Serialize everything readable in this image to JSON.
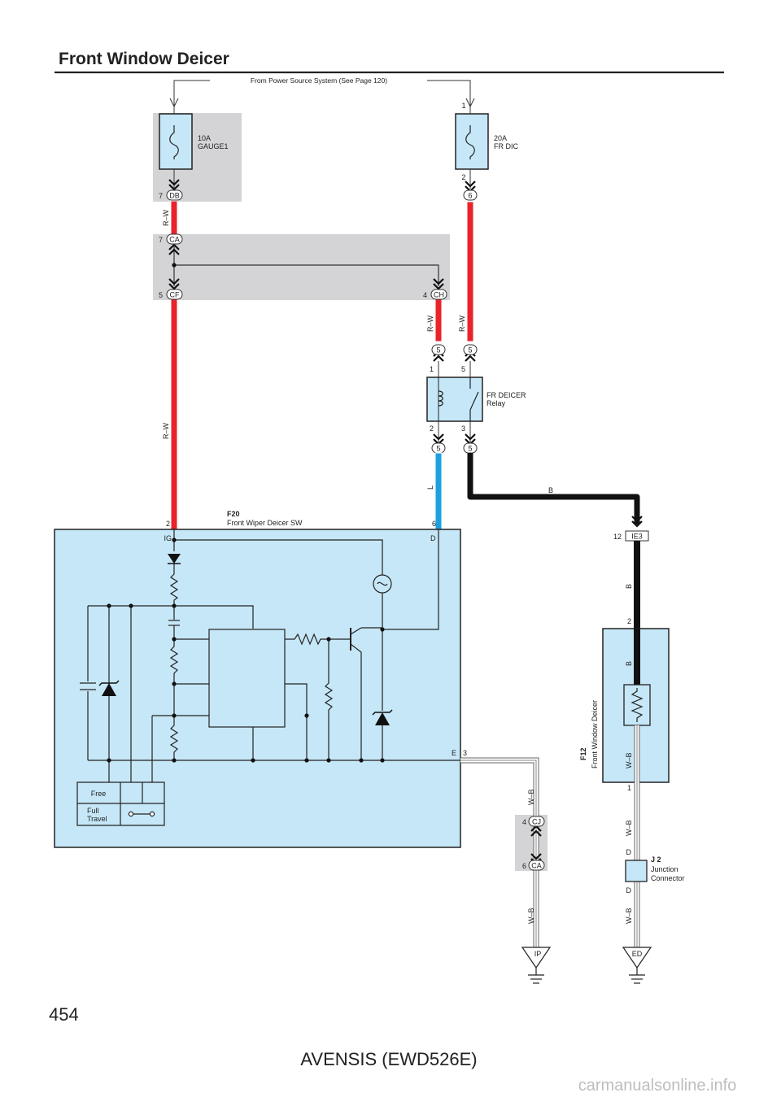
{
  "header": {
    "title": "Front Window Deicer"
  },
  "power_source": "From Power Source System (See Page 120)",
  "fuses": {
    "gauge": {
      "rating": "10A",
      "name": "GAUGE1"
    },
    "frdic": {
      "rating": "20A",
      "name": "FR DIC",
      "pin_in": "1",
      "pin_out": "2"
    }
  },
  "connectors": {
    "DB": {
      "id": "DB",
      "pin": "7"
    },
    "CA1": {
      "id": "CA",
      "pin": "7"
    },
    "CF": {
      "id": "CF",
      "pin": "5"
    },
    "CH": {
      "id": "CH",
      "pin": "4"
    },
    "C6": {
      "id": "6"
    },
    "R5a": {
      "id": "5"
    },
    "R5b": {
      "id": "5"
    },
    "R5c": {
      "id": "5"
    },
    "R5d": {
      "id": "5"
    },
    "IE3": {
      "id": "IE3",
      "pin": "12"
    },
    "CJ": {
      "id": "CJ",
      "pin": "4"
    },
    "CA2": {
      "id": "CA",
      "pin": "6"
    }
  },
  "wire_colors": {
    "rw1": "R–W",
    "rw2": "R–W",
    "rw3": "R–W",
    "rw4": "R–W",
    "l": "L",
    "b1": "B",
    "b2": "B",
    "b3": "B",
    "wb1": "W–B",
    "wb2": "W–B",
    "wb3": "W–B",
    "wb4": "W–B",
    "wb5": "W–B"
  },
  "relay": {
    "name": "FR DEICER",
    "type": "Relay",
    "pins": {
      "p1": "1",
      "p5": "5",
      "p2": "2",
      "p3": "3"
    }
  },
  "switch": {
    "id": "F20",
    "name": "Front Wiper Deicer SW",
    "pin_ig_num": "2",
    "pin_ig": "IG",
    "pin_d_num": "6",
    "pin_d": "D",
    "pin_e": "E",
    "pin_e_num": "3",
    "table": {
      "row1": "Free",
      "row2a": "Full",
      "row2b": "Travel"
    }
  },
  "deicer": {
    "id": "F12",
    "name": "Front Window Deicer",
    "pin_top": "2",
    "pin_bottom": "1"
  },
  "junction": {
    "id": "J 2",
    "line1": "Junction",
    "line2": "Connector",
    "pin_top": "D",
    "pin_bottom": "D"
  },
  "grounds": {
    "ip": "IP",
    "ed": "ED"
  },
  "colors": {
    "red": "#e8232b",
    "blue": "#1ea0e0",
    "black": "#111111",
    "component_fill": "#c6e7f7",
    "shade": "#d4d4d6"
  },
  "page": {
    "number": "454",
    "model": "AVENSIS (EWD526E)",
    "watermark": "carmanualsonline.info"
  }
}
